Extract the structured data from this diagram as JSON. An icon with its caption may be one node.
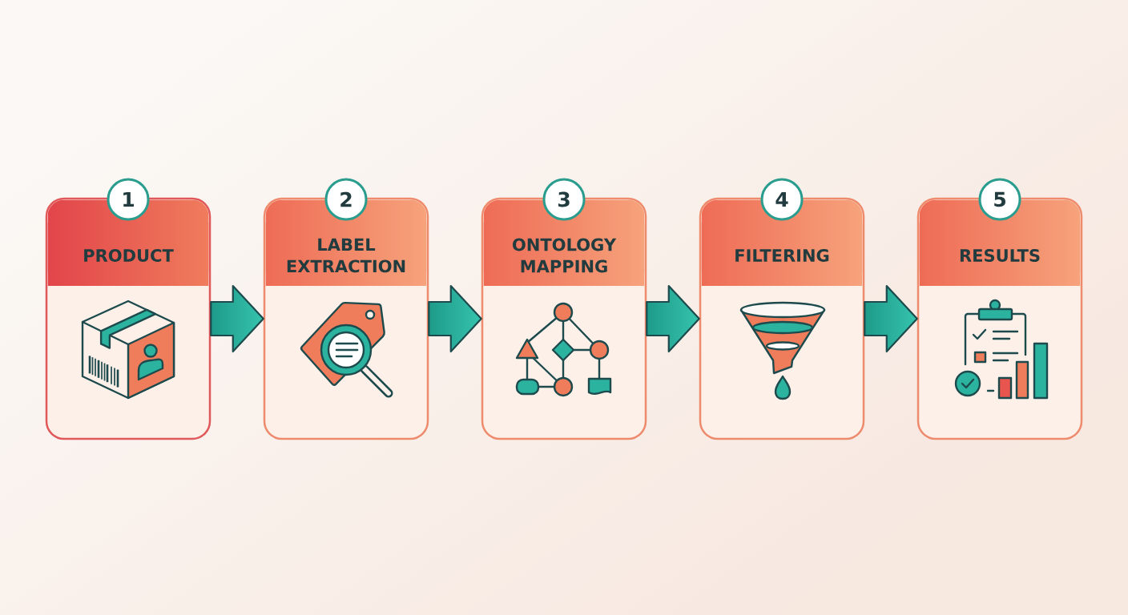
{
  "diagram": {
    "nodes": [
      {
        "text": [
          "1",
          "PRODUCT"
        ]
      },
      {
        "text": [
          "2",
          "LABEL EXTRACTION"
        ]
      },
      {
        "text": [
          "3",
          "ONTOLOGY MAPPING"
        ]
      },
      {
        "text": [
          "4",
          "FILTERING"
        ]
      },
      {
        "text": [
          "5",
          "RESULTS"
        ]
      }
    ],
    "edges": [
      {
        "from": 0,
        "to": 1,
        "arrow": "to"
      },
      {
        "from": 1,
        "to": 2,
        "arrow": "to"
      },
      {
        "from": 2,
        "to": 3,
        "arrow": "to"
      },
      {
        "from": 3,
        "to": 4,
        "arrow": "to"
      }
    ]
  }
}
